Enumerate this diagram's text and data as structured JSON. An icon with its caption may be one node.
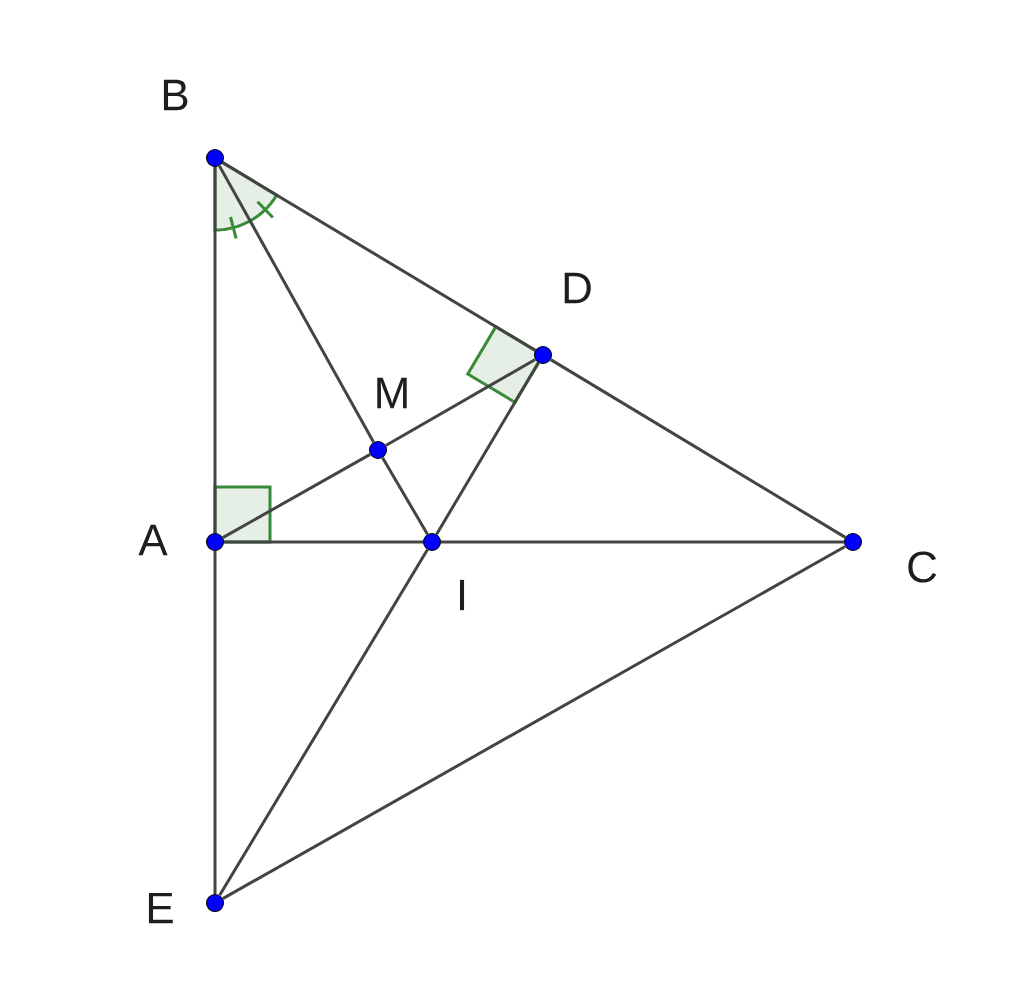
{
  "diagram": {
    "nodes": [
      {
        "text": [],
        "shape": "circle",
        "beside": [
          "B"
        ]
      },
      {
        "text": [],
        "shape": "circle",
        "beside": [
          "D"
        ]
      },
      {
        "text": [],
        "shape": "circle",
        "beside": [
          "M"
        ]
      },
      {
        "text": [],
        "shape": "circle",
        "beside": [
          "A"
        ]
      },
      {
        "text": [],
        "shape": "circle",
        "beside": [
          "I"
        ]
      },
      {
        "text": [],
        "shape": "circle",
        "beside": [
          "C"
        ]
      },
      {
        "text": [],
        "shape": "circle",
        "beside": [
          "E"
        ]
      }
    ],
    "edges": [
      {
        "from": 0,
        "to": 1,
        "arrow": "none"
      },
      {
        "from": 1,
        "to": 5,
        "arrow": "none"
      },
      {
        "from": 0,
        "to": 2,
        "arrow": "none"
      },
      {
        "from": 2,
        "to": 4,
        "arrow": "none"
      },
      {
        "from": 3,
        "to": 2,
        "arrow": "none"
      },
      {
        "from": 2,
        "to": 1,
        "arrow": "none"
      },
      {
        "from": 1,
        "to": 4,
        "arrow": "none"
      },
      {
        "from": 0,
        "to": 3,
        "arrow": "none"
      },
      {
        "from": 3,
        "to": 4,
        "arrow": "none"
      },
      {
        "from": 4,
        "to": 5,
        "arrow": "none"
      },
      {
        "from": 3,
        "to": 6,
        "arrow": "none"
      },
      {
        "from": 4,
        "to": 6,
        "arrow": "none"
      },
      {
        "from": 6,
        "to": 5,
        "arrow": "none"
      }
    ]
  }
}
